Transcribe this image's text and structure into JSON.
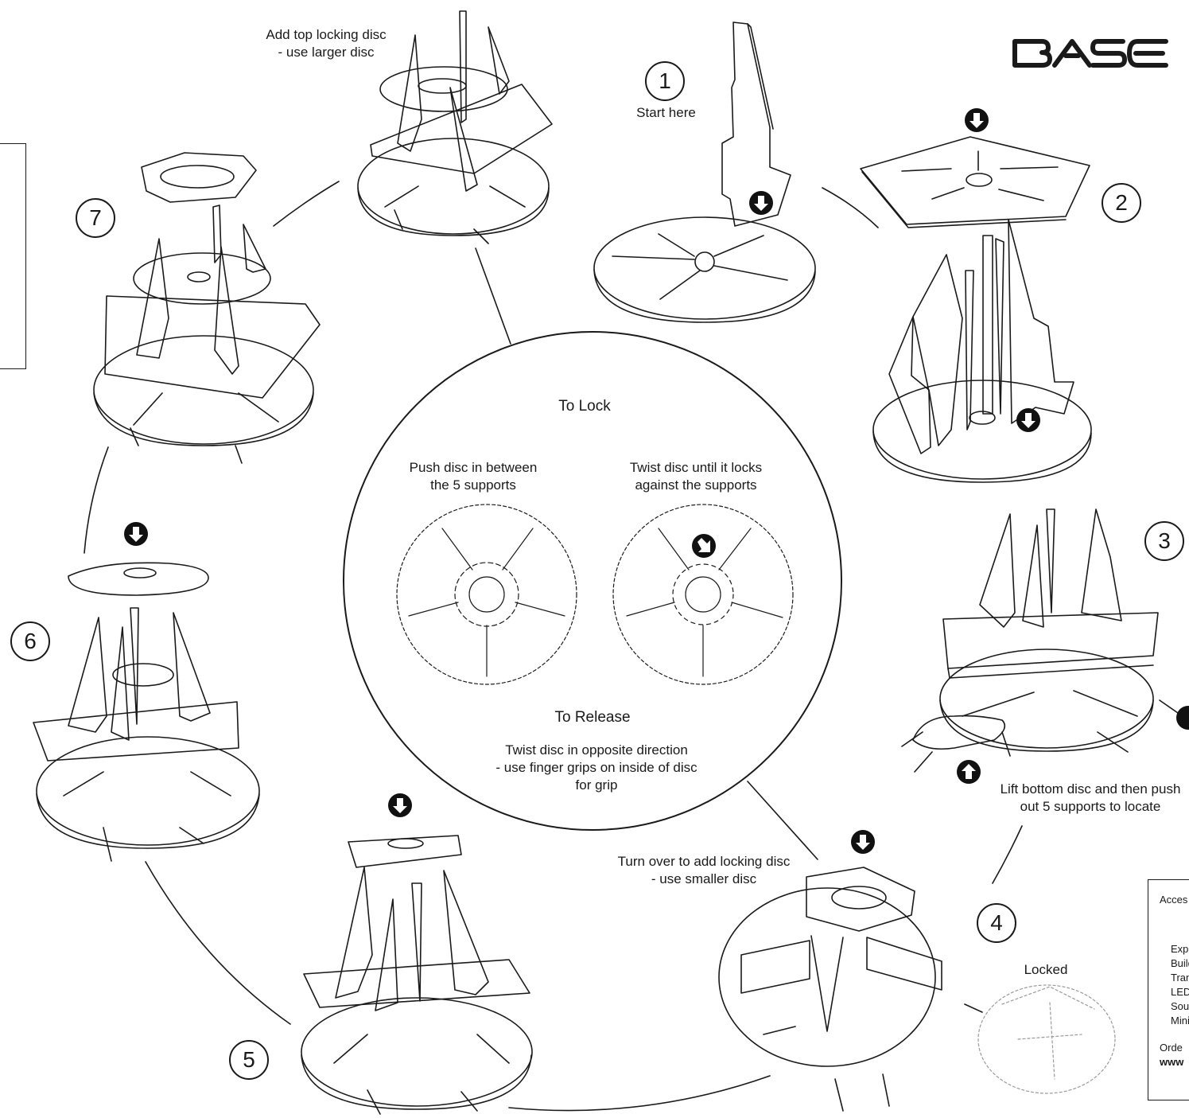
{
  "brand": "BASE",
  "steps": {
    "s1": {
      "num": "1",
      "label": "Start here"
    },
    "s2": {
      "num": "2"
    },
    "s3": {
      "num": "3",
      "label": "Lift bottom disc and then push\nout 5 supports to locate"
    },
    "s4": {
      "num": "4",
      "label": "Turn over to add locking disc\n- use smaller disc",
      "locked": "Locked"
    },
    "s5": {
      "num": "5"
    },
    "s6": {
      "num": "6"
    },
    "s7": {
      "num": "7",
      "label": "Add top locking disc\n- use larger disc"
    }
  },
  "center": {
    "lock_title": "To Lock",
    "push_text": "Push disc in between\nthe 5 supports",
    "twist_text": "Twist disc until it locks\nagainst the supports",
    "release_title": "To Release",
    "release_text": "Twist disc in opposite direction\n- use finger grips on inside of disc\nfor grip"
  },
  "accessories": {
    "heading": "Acces",
    "items": [
      "Expa",
      "Build",
      "Trans",
      "LED L",
      "Soun",
      "Mini-"
    ],
    "order": "Orde",
    "url": "www"
  },
  "colors": {
    "line": "#1a1a1a",
    "arrow_fill": "#111111",
    "paper": "#ffffff",
    "faint": "#9a9a9a"
  },
  "icons": [
    "down-arrow-icon",
    "up-arrow-icon",
    "diagonal-arrow-icon"
  ]
}
